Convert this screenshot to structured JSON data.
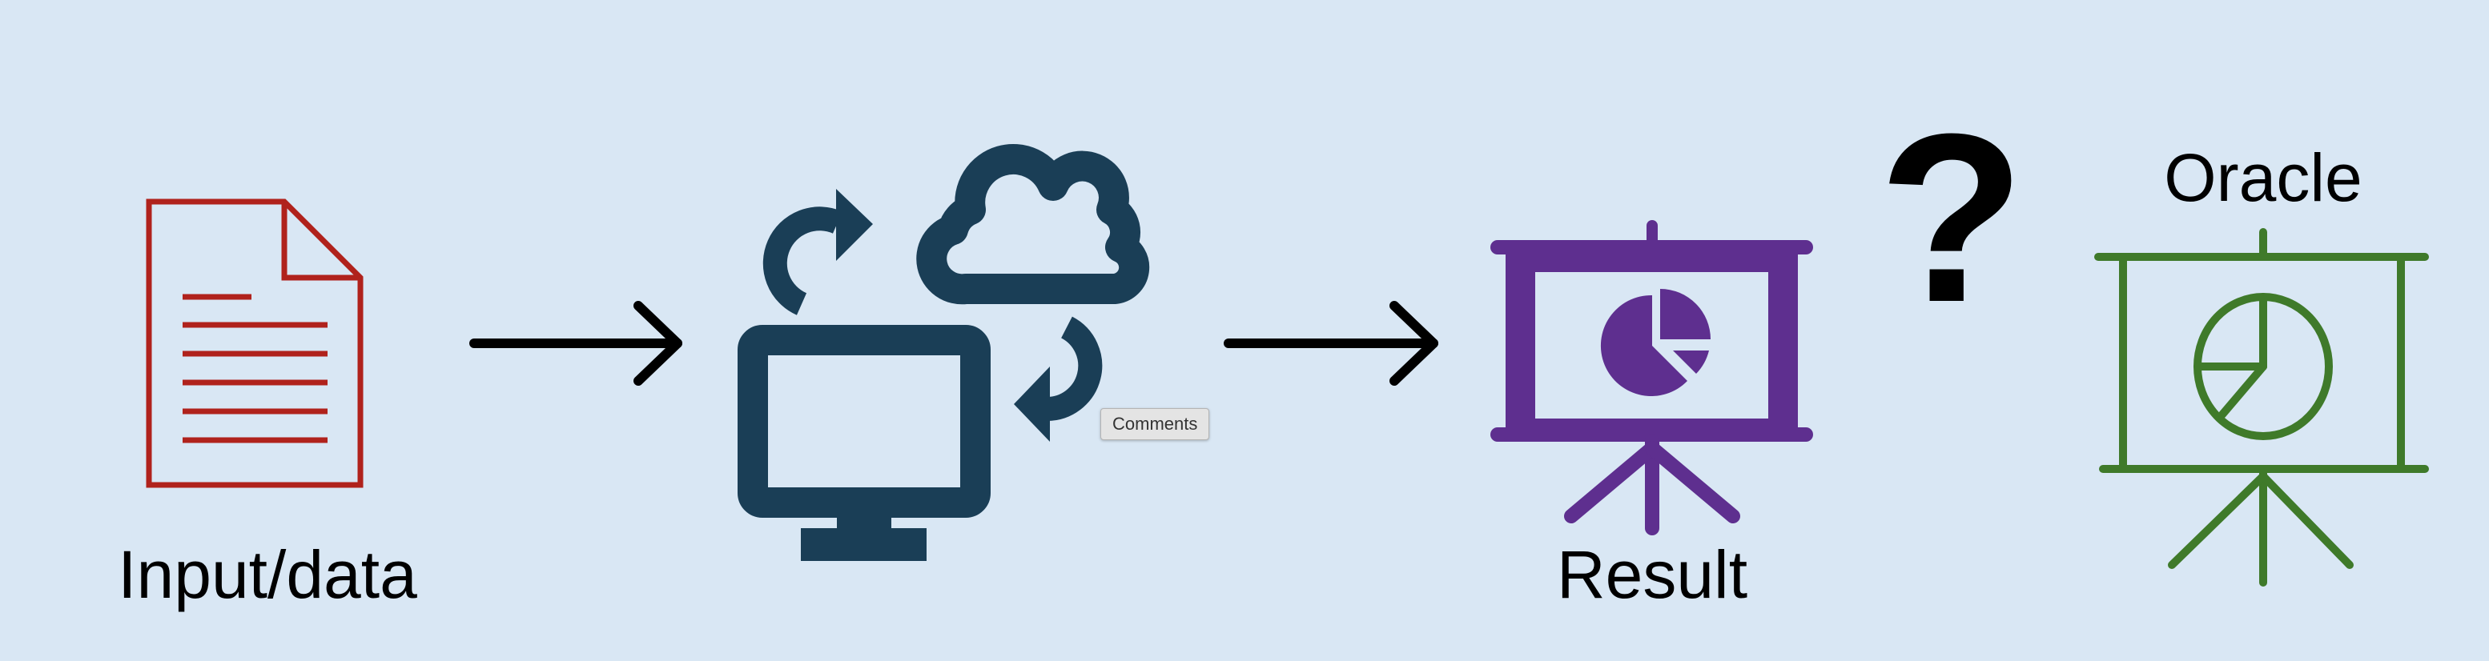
{
  "labels": {
    "input": "Input/data",
    "result": "Result",
    "oracle": "Oracle",
    "question": "?"
  },
  "tooltip": "Comments",
  "icons": {
    "document": "document-icon",
    "computer_cloud": "computer-cloud-sync-icon",
    "result_presentation": "presentation-pie-chart-icon",
    "oracle_presentation": "presentation-pie-chart-outline-icon",
    "arrows": "right-arrow-icon"
  },
  "colors": {
    "background": "#d9e7f4",
    "document": "#b0221c",
    "computer": "#1a3e56",
    "result": "#5e2f8f",
    "oracle": "#3f7a2a",
    "arrow": "#000000"
  }
}
